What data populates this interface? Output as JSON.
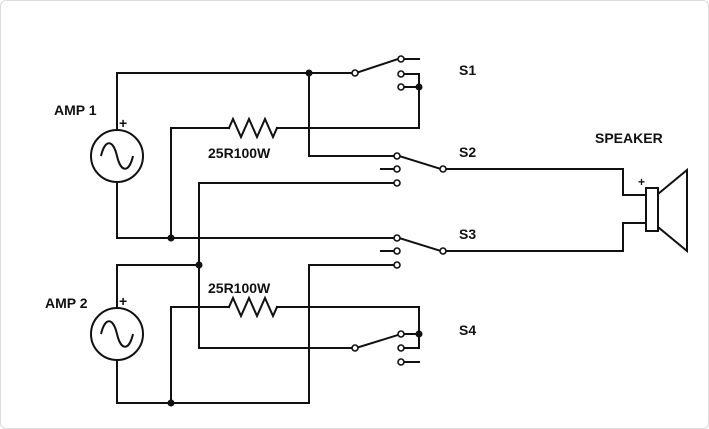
{
  "diagram": {
    "amps": [
      {
        "label": "AMP 1",
        "polarity": "+"
      },
      {
        "label": "AMP 2",
        "polarity": "+"
      }
    ],
    "resistors": [
      {
        "label": "25R100W"
      },
      {
        "label": "25R100W"
      }
    ],
    "switches": [
      {
        "label": "S1"
      },
      {
        "label": "S2"
      },
      {
        "label": "S3"
      },
      {
        "label": "S4"
      }
    ],
    "speaker": {
      "label": "SPEAKER",
      "polarity": "+"
    }
  }
}
